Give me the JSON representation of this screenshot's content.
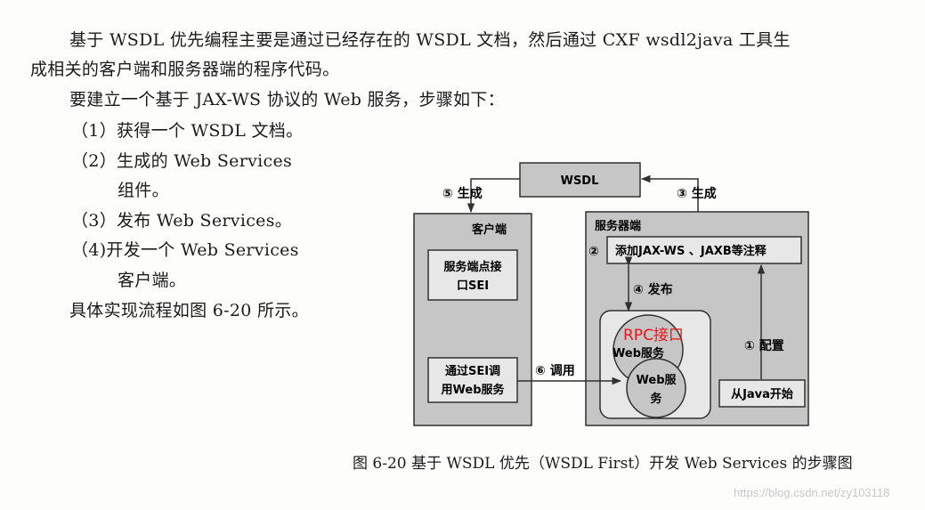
{
  "paragraph": {
    "line1": "基于 WSDL 优先编程主要是通过已经存在的 WSDL 文档，然后通过 CXF  wsdl2java 工具生",
    "line2": "成相关的客户端和服务器端的程序代码。",
    "line3": "要建立一个基于 JAX-WS 协议的 Web 服务，步骤如下：",
    "step1": "（1）获得一个 WSDL 文档。",
    "step2a": "（2）生成的 Web Services",
    "step2b": "组件。",
    "step3": "（3）发布 Web Services。",
    "step4a": "（4)开发一个 Web Services",
    "step4b": "客户端。",
    "closing": "具体实现流程如图 6-20 所示。"
  },
  "diagram": {
    "wsdl": "WSDL",
    "client_title": "客户端",
    "server_title": "服务器端",
    "sei_box_1": "服务端点接",
    "sei_box_2": "口SEI",
    "call_box_1": "通过SEI调",
    "call_box_2": "用Web服务",
    "annot_box": "添加JAX-WS 、JAXB等注释",
    "java_box": "从Java开始",
    "rpc_label": "RPC接口",
    "web_service_1": "Web服务",
    "web_service_2a": "Web服",
    "web_service_2b": "务",
    "step5": "⑤ 生成",
    "step3": "③ 生成",
    "step2": "②",
    "step4": "④ 发布",
    "step1": "① 配置",
    "step6": "⑥ 调用",
    "colors": {
      "box_fill": "#c6c6c6",
      "inner_fill": "#e7e7e7",
      "rpc_label": "#e8161a",
      "stroke": "#303030"
    }
  },
  "caption": "图 6-20   基于 WSDL 优先（WSDL First）开发 Web Services 的步骤图",
  "watermark": "https://blog.csdn.net/zy103118"
}
